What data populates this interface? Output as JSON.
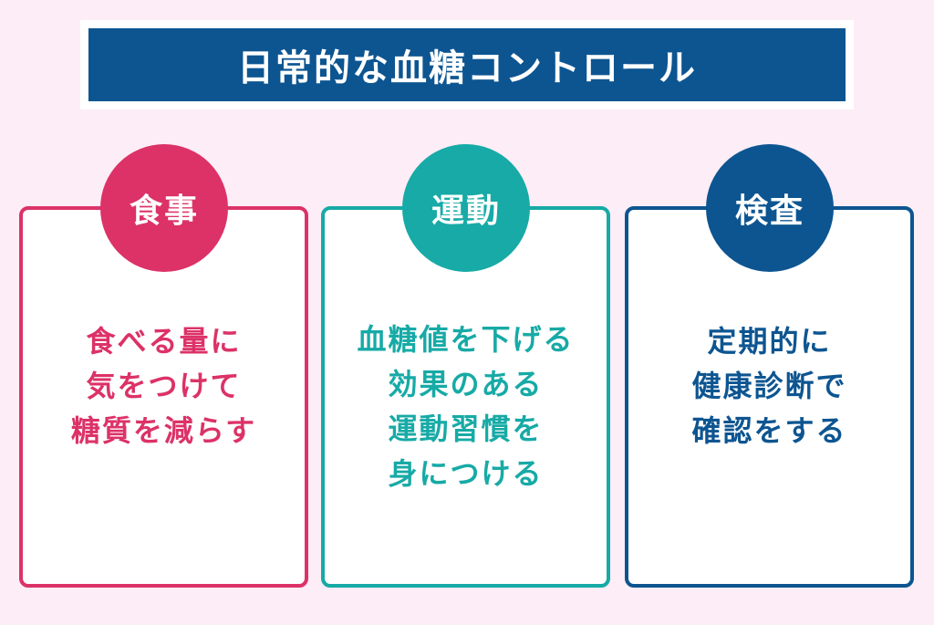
{
  "title": "日常的な血糖コントロール",
  "colors": {
    "background": "#fcedf6",
    "title_bar": "#0d5591",
    "diet": "#dc3267",
    "exercise": "#17aaa6",
    "checkup": "#0d5591"
  },
  "cards": [
    {
      "label": "食事",
      "lines": [
        "食べる量に",
        "気をつけて",
        "糖質を減らす"
      ]
    },
    {
      "label": "運動",
      "lines": [
        "血糖値を下げる",
        "効果のある",
        "運動習慣を",
        "身につける"
      ]
    },
    {
      "label": "検査",
      "lines": [
        "定期的に",
        "健康診断で",
        "確認をする"
      ]
    }
  ]
}
